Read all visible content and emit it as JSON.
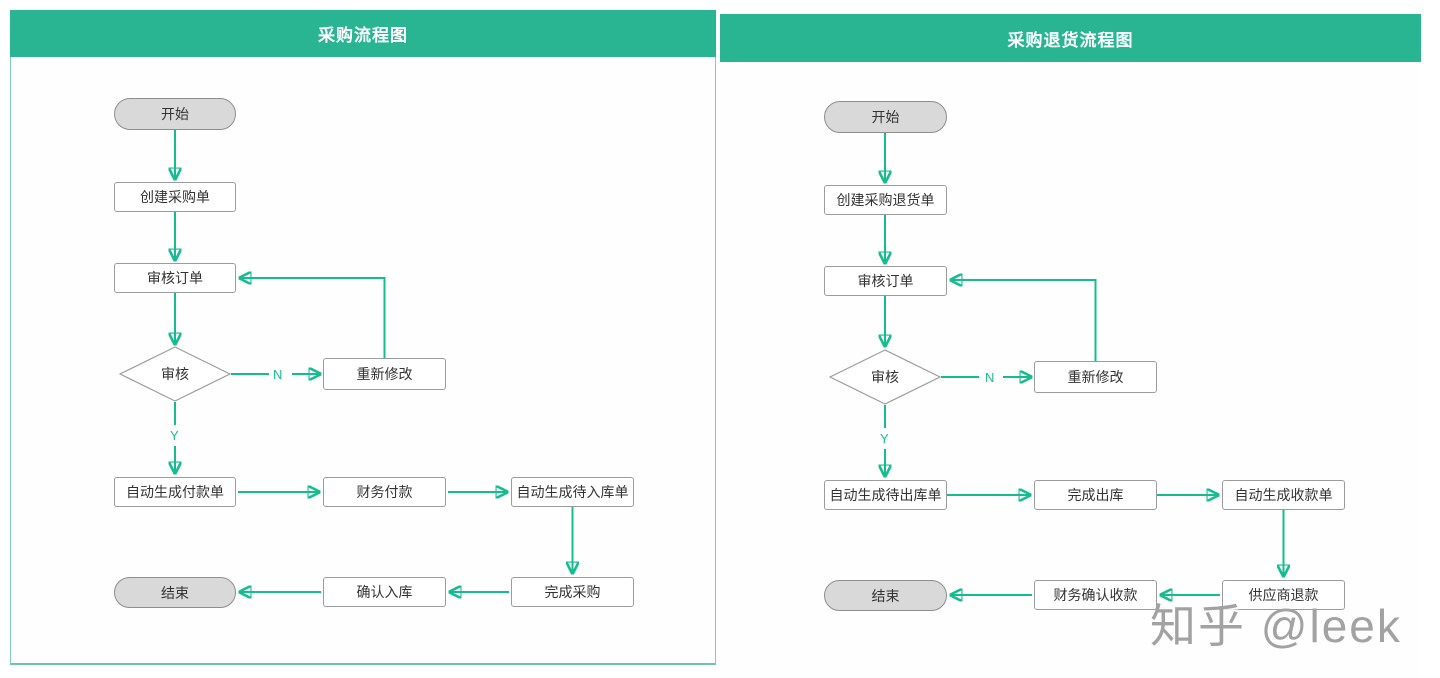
{
  "colors": {
    "header_bg": "#29b492",
    "arrow": "#15bd8e",
    "node_border": "#9c9c9c",
    "terminal_bg": "#d9d9d9",
    "panel_border": "#86ccba"
  },
  "left": {
    "title": "采购流程图",
    "nodes": {
      "start": "开始",
      "create_order": "创建采购单",
      "review_order": "审核订单",
      "review_decision": "审核",
      "revise": "重新修改",
      "auto_payment": "自动生成付款单",
      "finance_pay": "财务付款",
      "auto_inbound": "自动生成待入库单",
      "complete_purchase": "完成采购",
      "confirm_inbound": "确认入库",
      "end": "结束"
    },
    "labels": {
      "no": "N",
      "yes": "Y"
    }
  },
  "right": {
    "title": "采购退货流程图",
    "nodes": {
      "start": "开始",
      "create_return": "创建采购退货单",
      "review_order": "审核订单",
      "review_decision": "审核",
      "revise": "重新修改",
      "auto_outbound": "自动生成待出库单",
      "complete_outbound": "完成出库",
      "auto_receipt": "自动生成收款单",
      "supplier_refund": "供应商退款",
      "finance_confirm": "财务确认收款",
      "end": "结束"
    },
    "labels": {
      "no": "N",
      "yes": "Y"
    }
  },
  "watermark": {
    "text": "知乎 @leek"
  }
}
